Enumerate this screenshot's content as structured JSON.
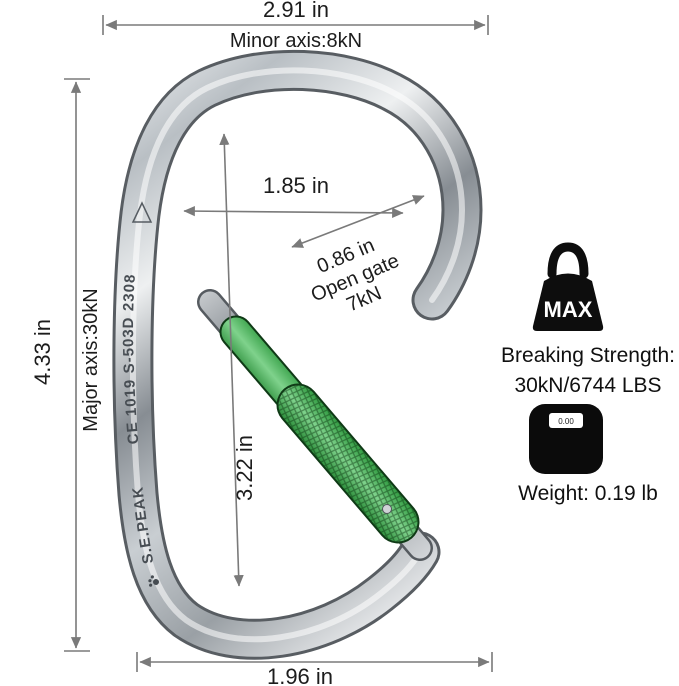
{
  "title": "Carabiner dimensions infographic",
  "carabiner": {
    "brand": "S.E.PEAK",
    "cert_text": "CE 1019 S-503D 2308",
    "sleeve_color": "#3aa24a",
    "body_finish": "polished silver"
  },
  "dimensions": {
    "top_width": "2.91 in",
    "minor_axis": "Minor axis:8kN",
    "inner_width": "1.85 in",
    "gate_opening": "0.86 in",
    "gate_open_label": "Open gate",
    "gate_strength": "7kN",
    "height": "4.33 in",
    "major_axis": "Major axis:30kN",
    "inner_height": "3.22 in",
    "bottom_width": "1.96 in"
  },
  "specs": {
    "max_label": "MAX",
    "breaking_strength_label": "Breaking Strength:",
    "breaking_strength_value": "30kN/6744 LBS",
    "scale_display": "0.00",
    "weight_label": "Weight: 0.19 lb"
  }
}
